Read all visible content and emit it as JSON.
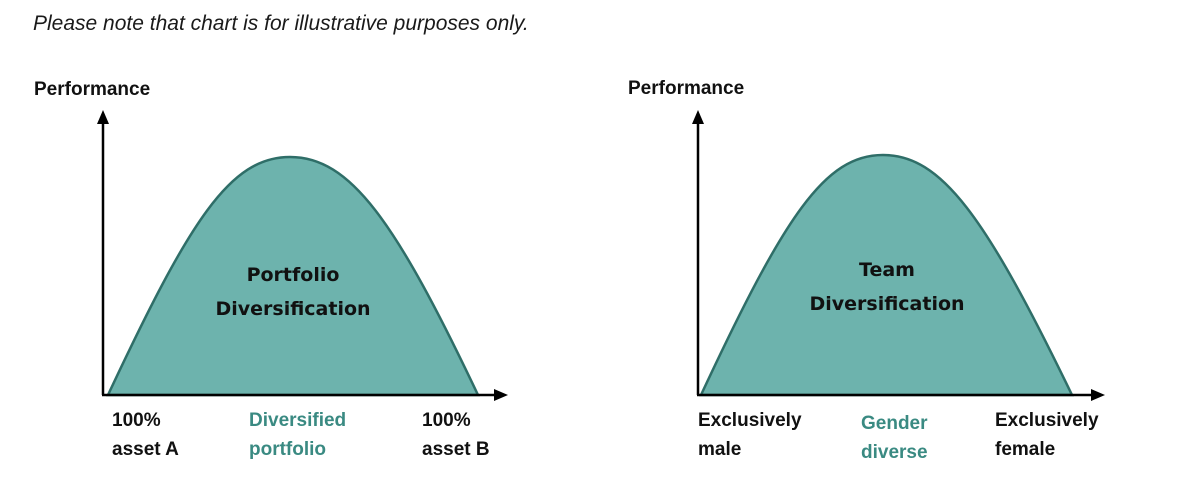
{
  "note": "Please note that chart is for illustrative purposes only.",
  "colors": {
    "fill": "#6db3ad",
    "stroke": "#2f6e68",
    "accent_text": "#3a8a82",
    "axis": "#000000"
  },
  "charts": [
    {
      "y_axis_label": "Performance",
      "curve_label_line1": "Portfolio",
      "curve_label_line2": "Diversification",
      "x_left_line1": "100%",
      "x_left_line2": "asset A",
      "x_mid_line1": "Diversified",
      "x_mid_line2": "portfolio",
      "x_right_line1": "100%",
      "x_right_line2": "asset B"
    },
    {
      "y_axis_label": "Performance",
      "curve_label_line1": "Team",
      "curve_label_line2": "Diversification",
      "x_left_line1": "Exclusively",
      "x_left_line2": "male",
      "x_mid_line1": "Gender",
      "x_mid_line2": "diverse",
      "x_right_line1": "Exclusively",
      "x_right_line2": "female"
    }
  ],
  "chart_data": [
    {
      "type": "area",
      "title": "Portfolio Diversification",
      "ylabel": "Performance",
      "xlabel": "",
      "categories": [
        "100% asset A",
        "Diversified portfolio",
        "100% asset B"
      ],
      "x": [
        0,
        0.25,
        0.5,
        0.75,
        1
      ],
      "values": [
        0,
        0.7,
        1,
        0.7,
        0
      ],
      "grid": false,
      "legend": "none"
    },
    {
      "type": "area",
      "title": "Team Diversification",
      "ylabel": "Performance",
      "xlabel": "",
      "categories": [
        "Exclusively male",
        "Gender diverse",
        "Exclusively female"
      ],
      "x": [
        0,
        0.25,
        0.5,
        0.75,
        1
      ],
      "values": [
        0,
        0.7,
        1,
        0.7,
        0
      ],
      "grid": false,
      "legend": "none"
    }
  ]
}
